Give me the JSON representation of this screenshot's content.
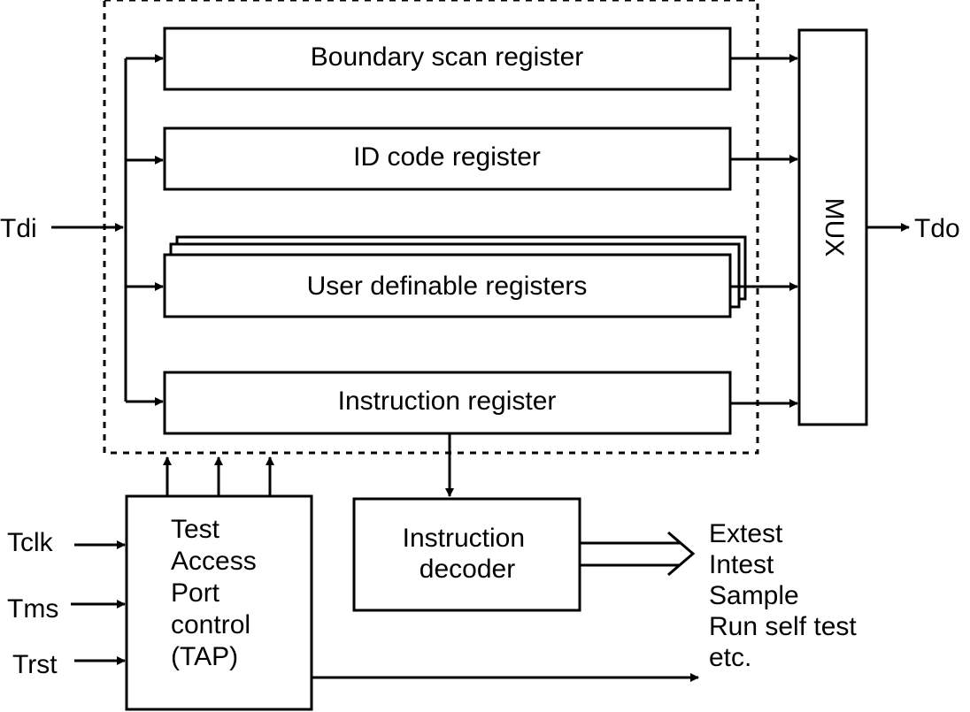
{
  "diagram": {
    "registers": {
      "boundary_scan": "Boundary scan register",
      "id_code": "ID code register",
      "user_definable": "User definable registers",
      "instruction": "Instruction register"
    },
    "mux": "MUX",
    "signals": {
      "tdi": "Tdi",
      "tdo": "Tdo",
      "tclk": "Tclk",
      "tms": "Tms",
      "trst": "Trst"
    },
    "tap": [
      "Test",
      "Access",
      "Port",
      "control",
      "(TAP)"
    ],
    "decoder": [
      "Instruction",
      "decoder"
    ],
    "instructions": [
      "Extest",
      "Intest",
      "Sample",
      "Run self test",
      "etc."
    ]
  }
}
